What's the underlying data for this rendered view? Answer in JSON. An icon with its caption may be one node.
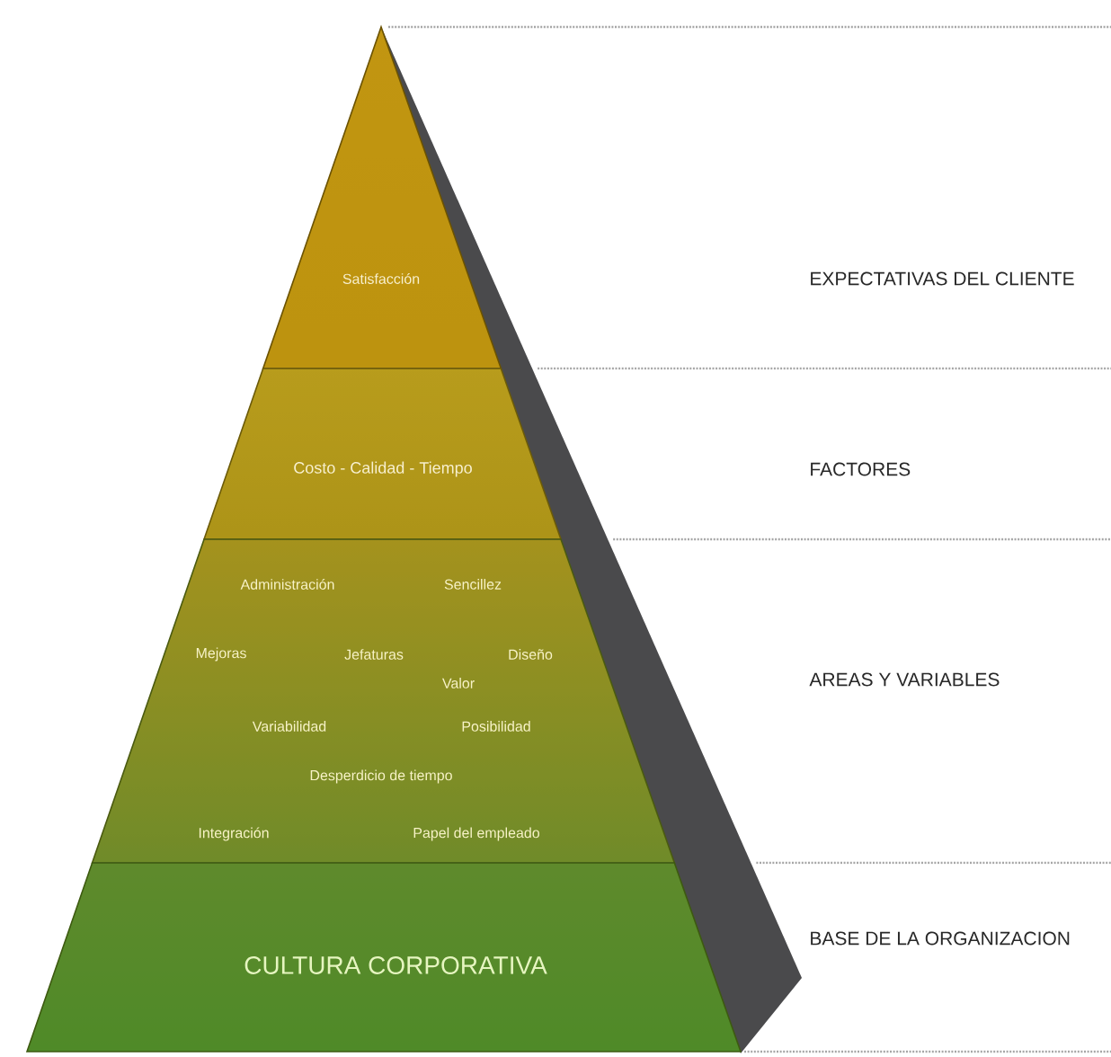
{
  "diagram": {
    "nodes": [
      {
        "text": [
          "Satisfacción"
        ]
      },
      {
        "text": [
          "Costo - Calidad - Tiempo"
        ]
      },
      {
        "text": [
          "Administración",
          "Sencillez",
          "Mejoras",
          "Jefaturas",
          "Diseño",
          "Valor",
          "Variabilidad",
          "Posibilidad",
          "Desperdicio de tiempo",
          "Integración",
          "Papel del empleado"
        ]
      },
      {
        "text": [
          "CULTURA CORPORATIVA"
        ]
      }
    ],
    "labels": [
      "EXPECTATIVAS DEL CLIENTE",
      "FACTORES",
      "AREAS Y VARIABLES",
      "BASE DE LA ORGANIZACION"
    ]
  }
}
